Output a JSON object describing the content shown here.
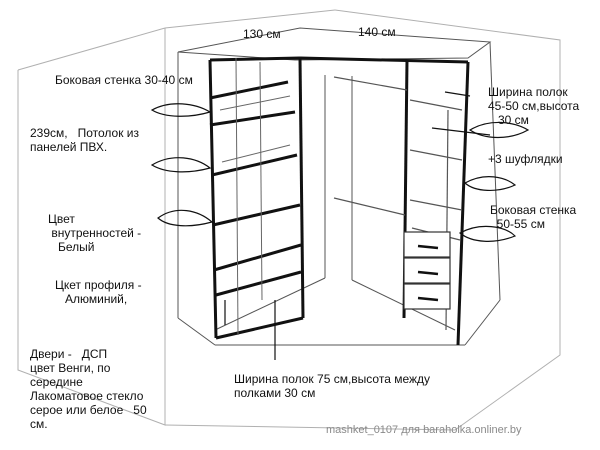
{
  "dimensions": {
    "left_width": "130 см",
    "right_width": "140 см"
  },
  "notes": {
    "side_wall_left": "Боковая стенка 30-40 см",
    "height_ceiling": "239см,   Потолок из\nпанелей ПВХ.",
    "inner_color": "Цвет\n внутренностей -\n   Белый",
    "profile_color": "Цкет профиля -\n   Алюминий,",
    "doors": "Двери -   ДСП\nцвет Венги, по\nсередине\nЛакоматовое стекло\nсерое или белое   50\nсм.",
    "shelf_width_right": "Ширина полок\n45-50 см,высота\n   30 см",
    "drawers": "+3 шуфлядки",
    "side_wall_right": "Боковая стенка\n  50-55 см",
    "shelf_width_center": "Ширина полок 75 см,высота между\nполками 30 см"
  },
  "watermark": "mashket_0107 для baraholka.onliner.by"
}
